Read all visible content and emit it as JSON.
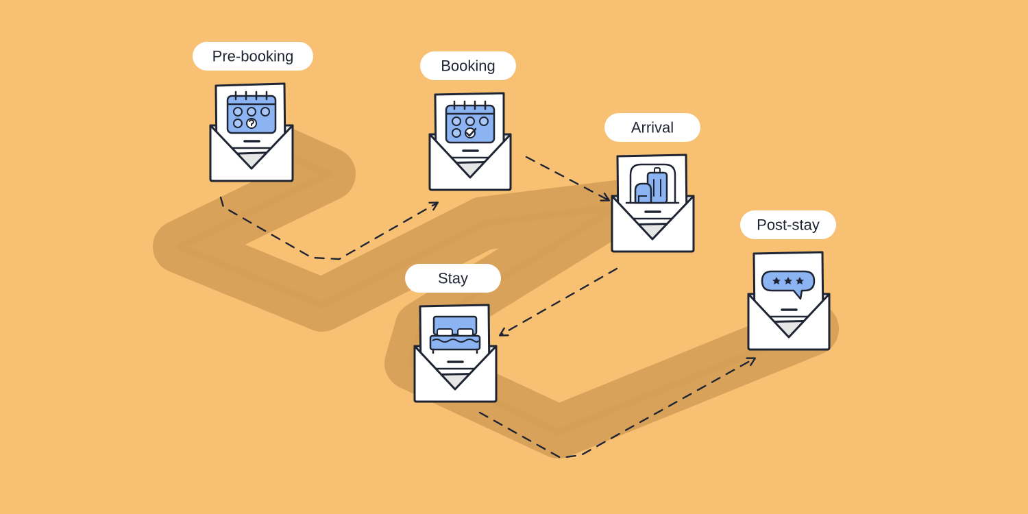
{
  "stages": [
    {
      "id": "pre-booking",
      "label": "Pre-booking",
      "icon": "calendar-question-icon"
    },
    {
      "id": "booking",
      "label": "Booking",
      "icon": "calendar-check-icon"
    },
    {
      "id": "arrival",
      "label": "Arrival",
      "icon": "luggage-icon"
    },
    {
      "id": "stay",
      "label": "Stay",
      "icon": "bed-icon"
    },
    {
      "id": "post-stay",
      "label": "Post-stay",
      "icon": "rating-bubble-icon"
    }
  ],
  "colors": {
    "background": "#F7C073",
    "path": "#D8A25A",
    "ink": "#1F2433",
    "paper": "#FFFFFF",
    "envelope_inner": "#E6E6E6",
    "icon_fill": "#8DB4F2",
    "icon_dot": "#A9C8F7"
  }
}
